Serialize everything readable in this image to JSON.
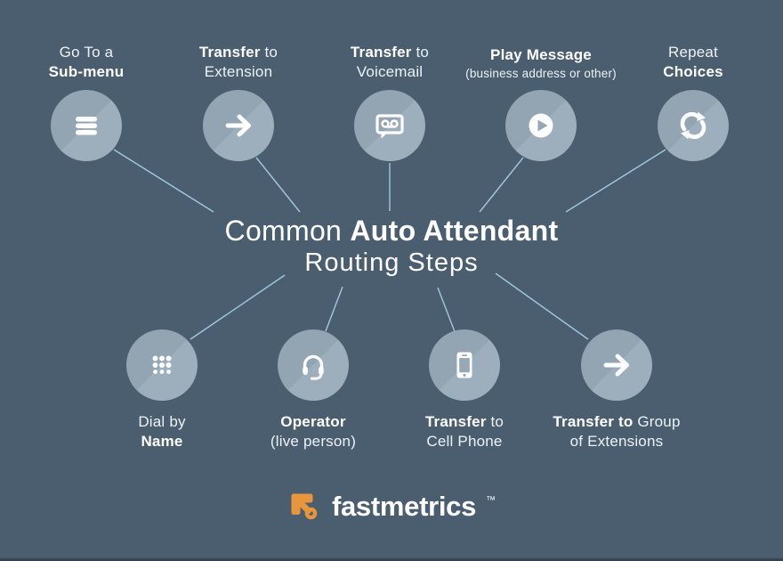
{
  "title": {
    "line1_regular": "Common ",
    "line1_bold": "Auto Attendant",
    "line2": "Routing Steps"
  },
  "top_nodes": [
    {
      "id": "sub-menu",
      "icon": "menu-icon",
      "l1_bold": "",
      "l1_reg": "Go To a",
      "l2_bold": "Sub-menu",
      "l2_reg": ""
    },
    {
      "id": "transfer-extension",
      "icon": "arrow-right-icon",
      "l1_bold": "Transfer",
      "l1_reg": " to",
      "l2_bold": "",
      "l2_reg": "Extension"
    },
    {
      "id": "transfer-voicemail",
      "icon": "voicemail-icon",
      "l1_bold": "Transfer",
      "l1_reg": " to",
      "l2_bold": "",
      "l2_reg": "Voicemail"
    },
    {
      "id": "play-message",
      "icon": "play-icon",
      "l1_bold": "Play Message",
      "l1_reg": "",
      "l2_bold": "",
      "l2_reg": "(business address or other)"
    },
    {
      "id": "repeat-choices",
      "icon": "repeat-icon",
      "l1_bold": "",
      "l1_reg": "Repeat",
      "l2_bold": "Choices",
      "l2_reg": ""
    }
  ],
  "bottom_nodes": [
    {
      "id": "dial-by-name",
      "icon": "keypad-icon",
      "l1_bold": "",
      "l1_reg": "Dial by",
      "l2_bold": "Name",
      "l2_reg": ""
    },
    {
      "id": "operator",
      "icon": "headset-icon",
      "l1_bold": "Operator",
      "l1_reg": "",
      "l2_bold": "",
      "l2_reg": "(live person)"
    },
    {
      "id": "transfer-cell-phone",
      "icon": "smartphone-icon",
      "l1_bold": "Transfer",
      "l1_reg": " to",
      "l2_bold": "",
      "l2_reg": "Cell Phone"
    },
    {
      "id": "transfer-group",
      "icon": "arrow-right-icon",
      "l1_bold": "Transfer to",
      "l1_reg": " Group",
      "l2_bold": "",
      "l2_reg": "of Extensions"
    }
  ],
  "logo": {
    "text": "fastmetrics",
    "tm": "™"
  },
  "colors": {
    "background": "#4B5E70",
    "circle_dark": "#93A4B2",
    "circle_light": "#9DAEBC",
    "connector": "#A8CEDF",
    "icon": "#FFFFFF",
    "logo_orange": "#E8963C",
    "text": "#FFFFFF"
  }
}
